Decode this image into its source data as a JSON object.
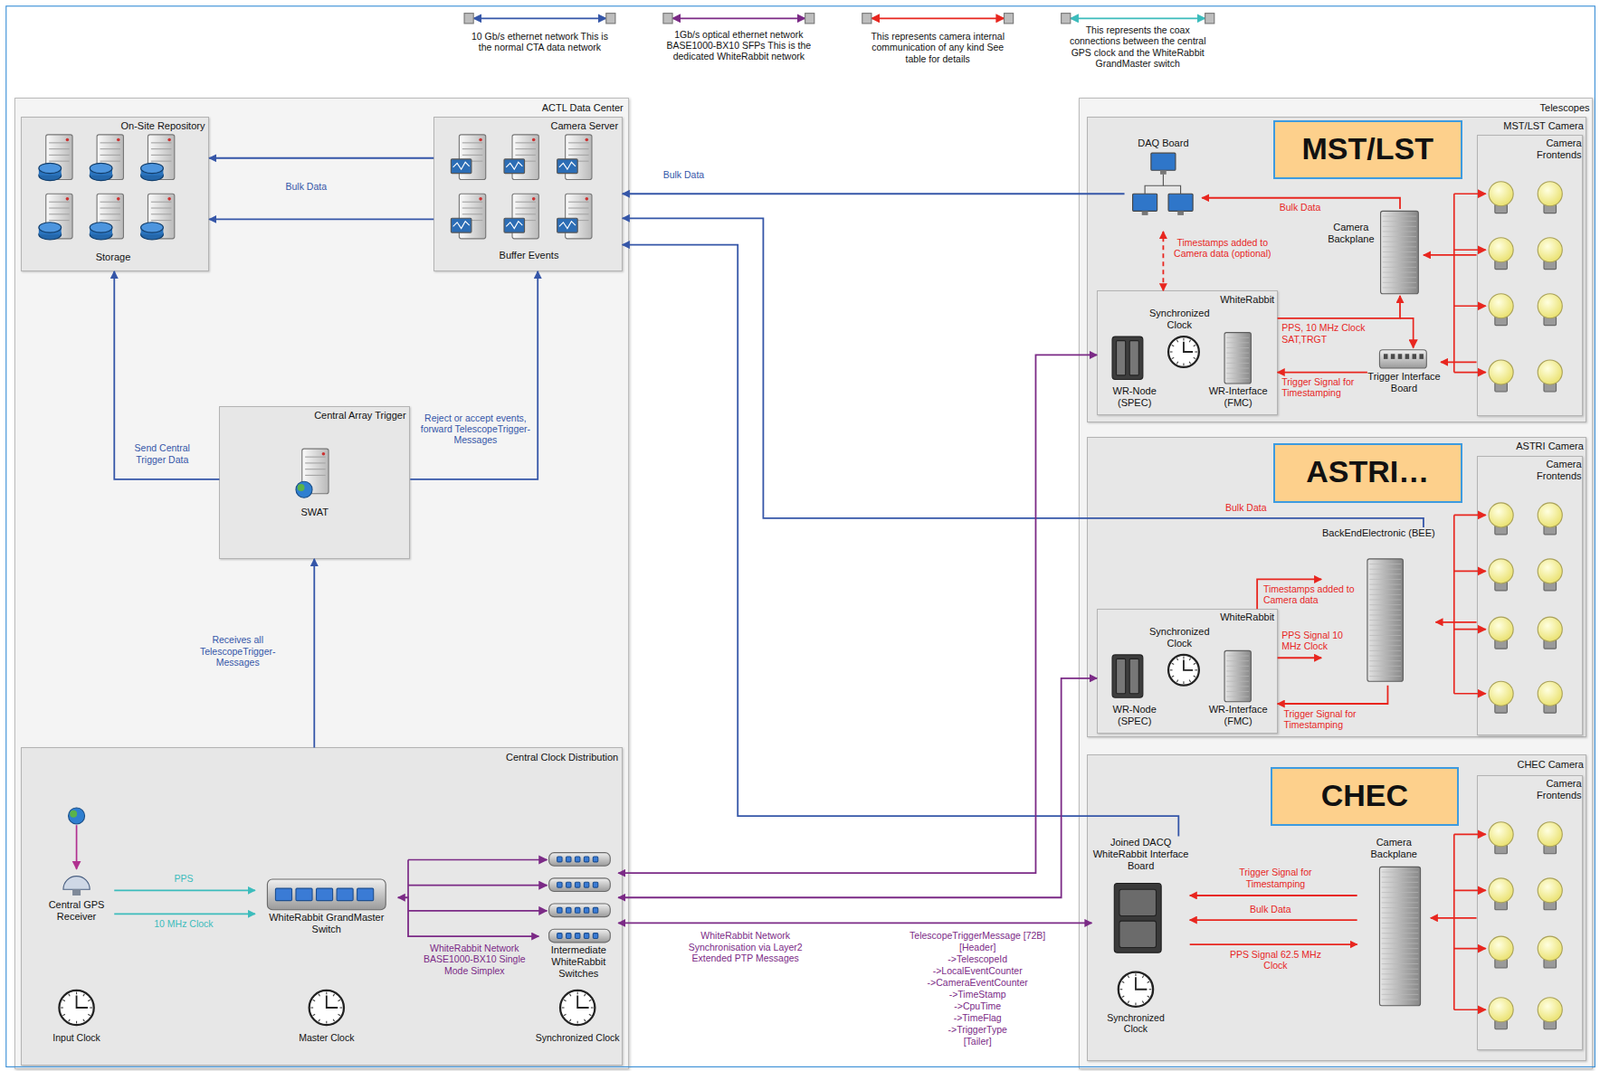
{
  "diagram": {
    "nodes": [
      {
        "text": [
          "ACTL Data Center"
        ]
      },
      {
        "text": [
          "On-Site Repository",
          "Storage"
        ],
        "in": 0
      },
      {
        "text": [
          "Camera Server",
          "Buffer Events"
        ],
        "in": 0
      },
      {
        "text": [
          "Central Array Trigger",
          "SWAT"
        ],
        "in": 0
      },
      {
        "text": [
          "Central Clock Distribution"
        ],
        "in": 0
      },
      {
        "text": [
          "Central GPS Receiver"
        ],
        "in": 4
      },
      {
        "text": [
          "WhiteRabbit GrandMaster Switch"
        ],
        "in": 4
      },
      {
        "text": [
          "Intermediate WhiteRabbit Switches"
        ],
        "in": 4
      },
      {
        "text": [
          "Telescopes"
        ]
      },
      {
        "text": [
          "MST/LST Camera"
        ],
        "in": 8
      },
      {
        "text": [
          "MST/LST"
        ],
        "in": 9
      },
      {
        "text": [
          "DAQ Board"
        ],
        "in": 9
      },
      {
        "text": [
          "Camera Backplane"
        ],
        "in": 9
      },
      {
        "text": [
          "WhiteRabbit",
          "Synchronized Clock",
          "WR-Node (SPEC)",
          "WR-Interface (FMC)"
        ],
        "in": 9
      },
      {
        "text": [
          "Trigger Interface Board"
        ],
        "in": 9
      },
      {
        "text": [
          "Camera Frontends"
        ],
        "in": 9
      },
      {
        "text": [
          "ASTRI Camera"
        ],
        "in": 8
      },
      {
        "text": [
          "ASTRI…"
        ],
        "in": 16
      },
      {
        "text": [
          "BackEndElectronic (BEE)"
        ],
        "in": 16
      },
      {
        "text": [
          "WhiteRabbit",
          "Synchronized Clock",
          "WR-Node (SPEC)",
          "WR-Interface (FMC)"
        ],
        "in": 16
      },
      {
        "text": [
          "Camera Frontends"
        ],
        "in": 16
      },
      {
        "text": [
          "CHEC Camera"
        ],
        "in": 8
      },
      {
        "text": [
          "CHEC"
        ],
        "in": 21
      },
      {
        "text": [
          "Joined DACQ WhiteRabbit Interface Board"
        ],
        "in": 21
      },
      {
        "text": [
          "Camera Backplane"
        ],
        "in": 21
      },
      {
        "text": [
          "Camera Frontends"
        ],
        "in": 21
      }
    ],
    "edges": [
      {
        "from": 2,
        "to": 1,
        "arrow": "to",
        "label": "Bulk Data"
      },
      {
        "from": 2,
        "to": 1,
        "arrow": "to"
      },
      {
        "from": 3,
        "to": 1,
        "arrow": "to",
        "label": "Send Central Trigger Data"
      },
      {
        "from": 3,
        "to": 2,
        "arrow": "to",
        "label": "Reject or accept events, forward TelescopeTrigger-Messages"
      },
      {
        "from": 4,
        "to": 3,
        "arrow": "to",
        "label": "Receives all TelescopeTrigger-Messages"
      },
      {
        "from": 11,
        "to": 2,
        "arrow": "to",
        "label": "Bulk Data"
      },
      {
        "from": 18,
        "to": 2,
        "arrow": "to",
        "label": "Bulk Data"
      },
      {
        "from": 23,
        "to": 2,
        "arrow": "to"
      },
      {
        "from": 7,
        "to": 13,
        "arrow": "both"
      },
      {
        "from": 7,
        "to": 19,
        "arrow": "both"
      },
      {
        "from": 7,
        "to": 23,
        "arrow": "both",
        "label": "WhiteRabbit Network Synchronisation via Layer2 Extended PTP Messages"
      },
      {
        "from": 6,
        "to": 7,
        "arrow": "both",
        "label": "WhiteRabbit Network BASE1000-BX10 Single Mode Simplex"
      },
      {
        "from": 5,
        "to": 6,
        "arrow": "to",
        "label": "PPS"
      },
      {
        "from": 5,
        "to": 6,
        "arrow": "to",
        "label": "10 MHz Clock"
      },
      {
        "from": 12,
        "to": 11,
        "arrow": "to",
        "label": "Bulk Data"
      },
      {
        "from": 13,
        "to": 11,
        "arrow": "both",
        "label": "Timestamps added to Camera data (optional)"
      },
      {
        "from": 13,
        "to": 12,
        "arrow": "to",
        "label": "PPS, 10 MHz Clock SAT,TRGT"
      },
      {
        "from": 14,
        "to": 13,
        "arrow": "to",
        "label": "Trigger Signal for Timestamping"
      },
      {
        "from": 15,
        "to": 12,
        "arrow": "to"
      },
      {
        "from": 15,
        "to": 14,
        "arrow": "to"
      },
      {
        "from": 19,
        "to": 18,
        "arrow": "to",
        "label": "Timestamps added to Camera data"
      },
      {
        "from": 19,
        "to": 18,
        "arrow": "to",
        "label": "PPS Signal 10 MHz Clock"
      },
      {
        "from": 18,
        "to": 19,
        "arrow": "to",
        "label": "Trigger Signal for Timestamping"
      },
      {
        "from": 20,
        "to": 18,
        "arrow": "to"
      },
      {
        "from": 24,
        "to": 23,
        "arrow": "to",
        "label": "Trigger Signal for Timestamping"
      },
      {
        "from": 24,
        "to": 23,
        "arrow": "to",
        "label": "Bulk Data"
      },
      {
        "from": 23,
        "to": 24,
        "arrow": "to",
        "label": "PPS Signal 62.5 MHz Clock"
      },
      {
        "from": 25,
        "to": 24,
        "arrow": "to"
      }
    ],
    "labels": [
      "Input Clock",
      "Master Clock",
      "Synchronized Clock",
      "Synchronized Clock",
      "TelescopeTriggerMessage [72B]",
      "[Header]",
      "->TelescopeId",
      "->LocalEventCounter",
      "->CameraEventCounter",
      "->TimeStamp",
      "->CpuTime",
      "->TimeFlag",
      "->TriggerType",
      "[Tailer]"
    ],
    "legend": [
      {
        "text": "10 Gb/s ethernet network This is the normal CTA data network"
      },
      {
        "text": "1Gb/s optical ethernet network BASE1000-BX10 SFPs This is the dedicated WhiteRabbit network"
      },
      {
        "text": "This represents camera internal communication of any kind See table for details"
      },
      {
        "text": "This represents the coax connections between the central GPS clock and the WhiteRabbit GrandMaster switch"
      }
    ]
  }
}
